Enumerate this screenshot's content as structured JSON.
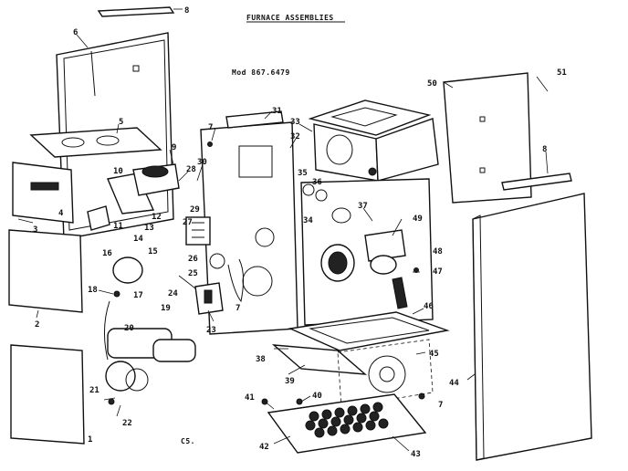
{
  "title": "FURNACE ASSEMBLIES",
  "model": "Mod 867.6479",
  "footer_code": "C5.",
  "callouts": [
    "1",
    "2",
    "3",
    "4",
    "5",
    "6",
    "7",
    "8",
    "9",
    "10",
    "11",
    "12",
    "13",
    "14",
    "15",
    "16",
    "17",
    "18",
    "19",
    "20",
    "21",
    "22",
    "23",
    "24",
    "25",
    "26",
    "27",
    "28",
    "29",
    "30",
    "31",
    "32",
    "33",
    "34",
    "35",
    "36",
    "37",
    "38",
    "39",
    "40",
    "41",
    "42",
    "43",
    "44",
    "45",
    "46",
    "47",
    "48",
    "49",
    "50",
    "51"
  ]
}
